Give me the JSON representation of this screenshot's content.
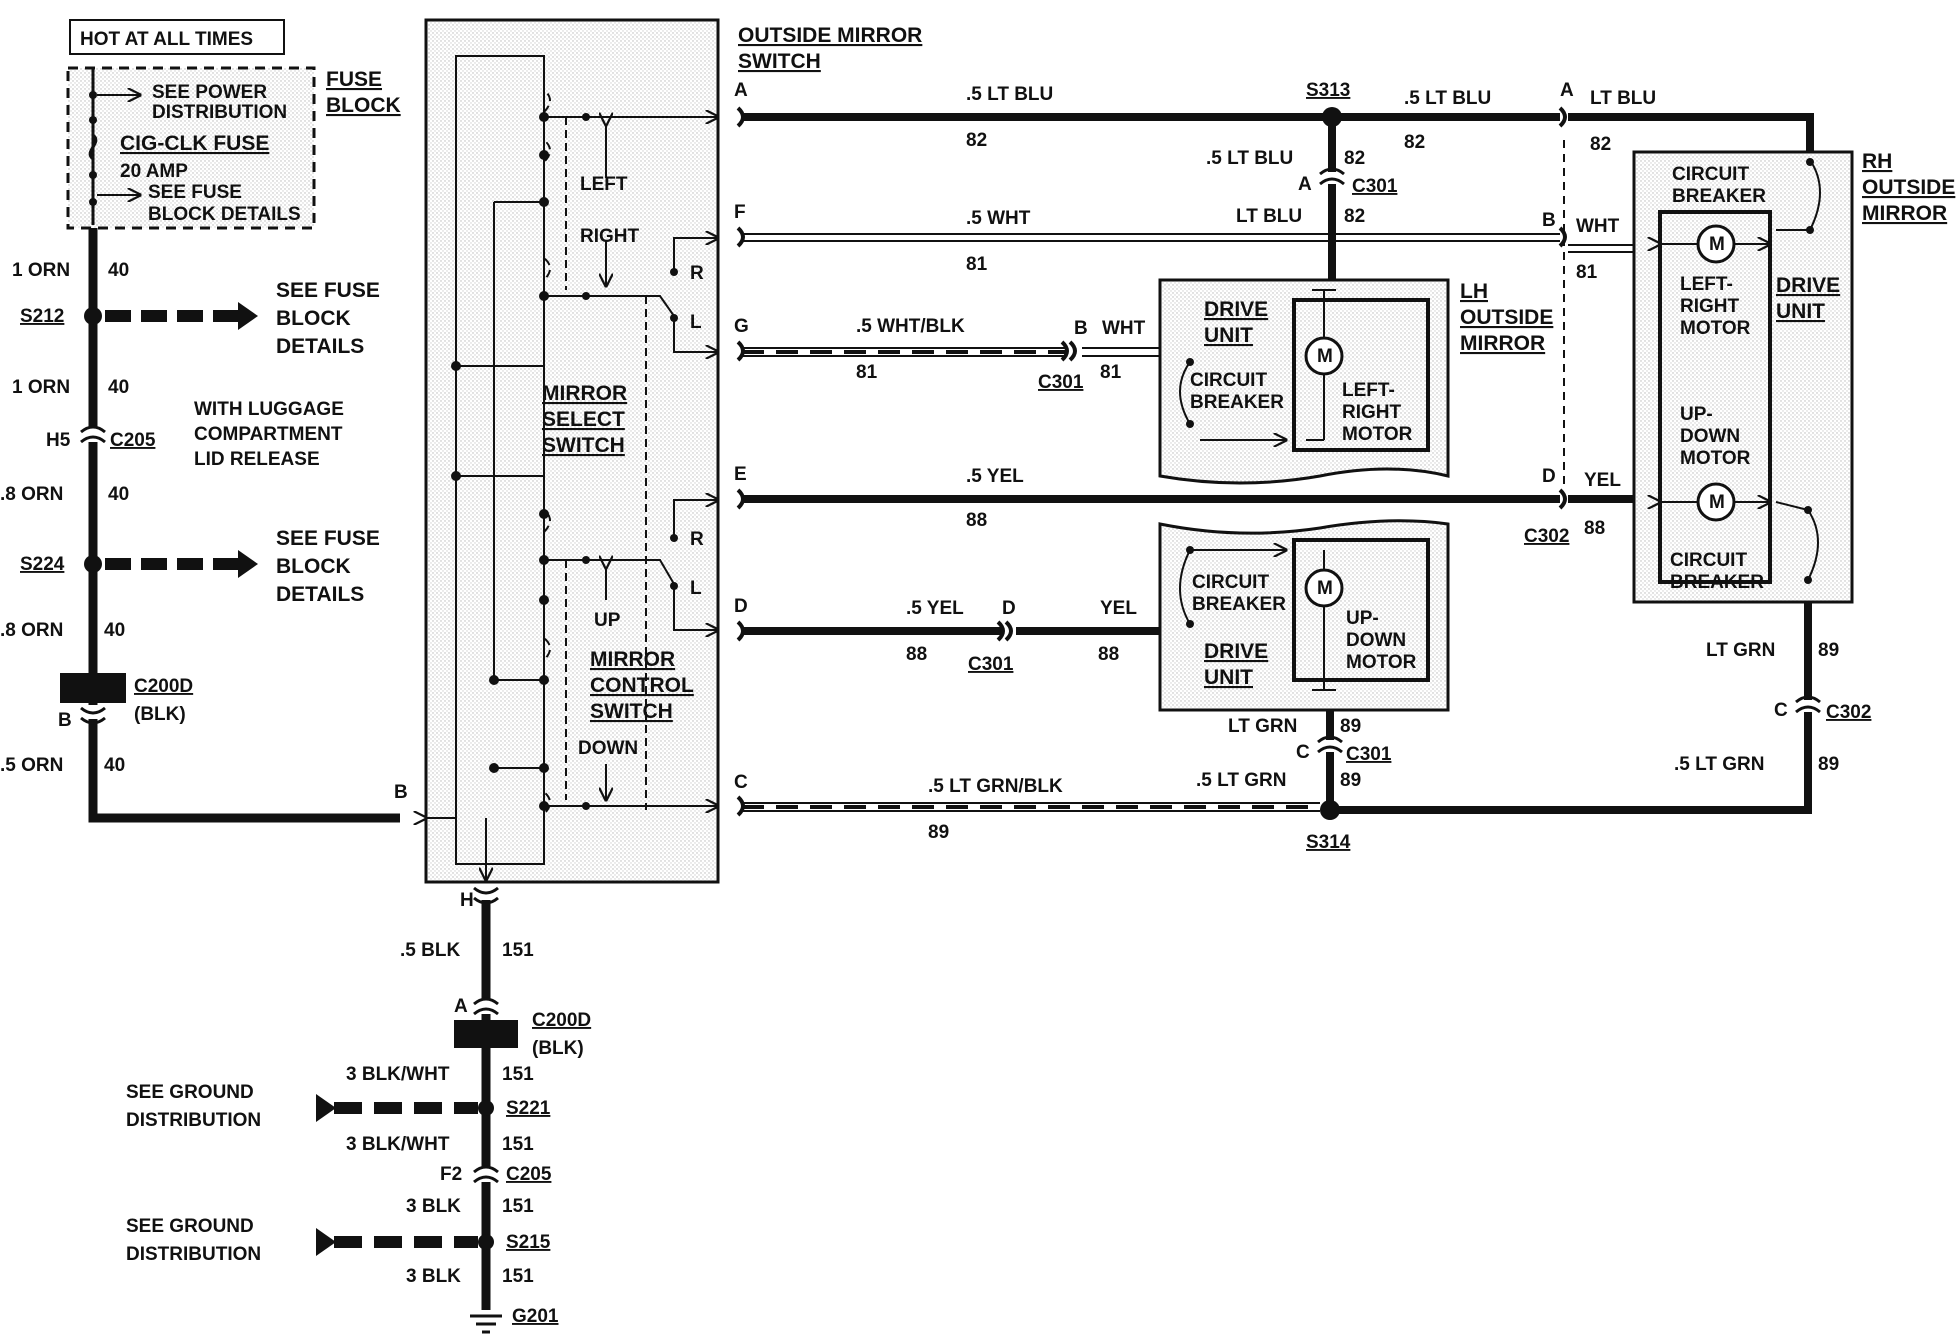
{
  "header": {
    "hot": "HOT AT ALL TIMES"
  },
  "fuse": {
    "block1": "FUSE",
    "block2": "BLOCK",
    "pd1": "SEE POWER",
    "pd2": "DISTRIBUTION",
    "name": "CIG-CLK FUSE",
    "amp": "20 AMP",
    "fd1": "SEE FUSE",
    "fd2": "BLOCK DETAILS"
  },
  "feed": {
    "w1": "1 ORN",
    "c1": "40",
    "s212": "S212",
    "see1a": "SEE FUSE",
    "see1b": "BLOCK",
    "see1c": "DETAILS",
    "w2": "1 ORN",
    "c2": "40",
    "lug1": "WITH LUGGAGE",
    "lug2": "COMPARTMENT",
    "lug3": "LID RELEASE",
    "h5": "H5",
    "c205": "C205",
    "w3": ".8 ORN",
    "c3": "40",
    "s224": "S224",
    "see2a": "SEE FUSE",
    "see2b": "BLOCK",
    "see2c": "DETAILS",
    "w4": ".8 ORN",
    "c4": "40",
    "c200d": "C200D",
    "blk": "(BLK)",
    "pinb": "B",
    "w5": ".5 ORN",
    "c5": "40"
  },
  "switch": {
    "title1": "OUTSIDE MIRROR",
    "title2": "SWITCH",
    "left": "LEFT",
    "right": "RIGHT",
    "r1": "R",
    "l1": "L",
    "sel1": "MIRROR",
    "sel2": "SELECT",
    "sel3": "SWITCH",
    "r2": "R",
    "l2": "L",
    "up": "UP",
    "ctl1": "MIRROR",
    "ctl2": "CONTROL",
    "ctl3": "SWITCH",
    "down": "DOWN",
    "pa": "A",
    "pf": "F",
    "pg": "G",
    "pe": "E",
    "pd": "D",
    "pc": "C",
    "pb": "B"
  },
  "wires": {
    "a_color": ".5 LT BLU",
    "a_circ": "82",
    "s313": "S313",
    "a2_color": ".5 LT BLU",
    "a2_circ": "82",
    "a3_color": ".5 LT BLU",
    "a3_circ": "82",
    "c301a_pin": "A",
    "c301a": "C301",
    "f_color": ".5 WHT",
    "f_circ": "81",
    "ltblu": "LT BLU",
    "ltblu_circ": "82",
    "g_color": ".5 WHT/BLK",
    "g_circ": "81",
    "g_pin": "B",
    "g_wht": "WHT",
    "g_circ2": "81",
    "g_conn": "C301",
    "e_color": ".5 YEL",
    "e_circ": "88",
    "d_color": ".5 YEL",
    "d_circ": "88",
    "d_pin": "D",
    "d_conn": "C301",
    "d_yel": "YEL",
    "d_circ2": "88",
    "c_color": ".5 LT GRN/BLK",
    "c_circ": "89",
    "lh_grn": "LT GRN",
    "lh_grn_circ": "89",
    "c301c_pin": "C",
    "c301c": "C301",
    "lh_grn2": ".5 LT GRN",
    "lh_grn2_circ": "89",
    "s314": "S314",
    "rh_a": "A",
    "rh_ltblu": "LT BLU",
    "rh_circ82": "82",
    "rh_b": "B",
    "rh_wht": "WHT",
    "rh_circ81": "81",
    "rh_d": "D",
    "rh_yel": "YEL",
    "rh_circ88": "88",
    "c302": "C302",
    "rh_grn": "LT GRN",
    "rh_grn_circ": "89",
    "c302c_pin": "C",
    "c302c": "C302",
    "rh_grn2": ".5 LT GRN",
    "rh_grn2_circ": "89"
  },
  "lh": {
    "t1": "LH",
    "t2": "OUTSIDE",
    "t3": "MIRROR",
    "drive1": "DRIVE",
    "drive2": "UNIT",
    "cb1": "CIRCUIT",
    "cb2": "BREAKER",
    "m": "M",
    "lr1": "LEFT-",
    "lr2": "RIGHT",
    "lr3": "MOTOR",
    "cb3": "CIRCUIT",
    "cb4": "BREAKER",
    "ud1": "UP-",
    "ud2": "DOWN",
    "ud3": "MOTOR",
    "drive3": "DRIVE",
    "drive4": "UNIT"
  },
  "rh": {
    "t1": "RH",
    "t2": "OUTSIDE",
    "t3": "MIRROR",
    "cb1": "CIRCUIT",
    "cb2": "BREAKER",
    "lr1": "LEFT-",
    "lr2": "RIGHT",
    "lr3": "MOTOR",
    "drive1": "DRIVE",
    "drive2": "UNIT",
    "ud1": "UP-",
    "ud2": "DOWN",
    "ud3": "MOTOR",
    "cb3": "CIRCUIT",
    "cb4": "BREAKER",
    "m": "M"
  },
  "ground": {
    "h": "H",
    "w1": ".5 BLK",
    "c1": "151",
    "pina": "A",
    "c200d": "C200D",
    "blk": "(BLK)",
    "w2": "3 BLK/WHT",
    "c2": "151",
    "see1a": "SEE GROUND",
    "see1b": "DISTRIBUTION",
    "s221": "S221",
    "w3": "3 BLK/WHT",
    "c3": "151",
    "f2": "F2",
    "c205": "C205",
    "w4": "3 BLK",
    "c4": "151",
    "see2a": "SEE GROUND",
    "see2b": "DISTRIBUTION",
    "s215": "S215",
    "w5": "3 BLK",
    "c5": "151",
    "g201": "G201"
  }
}
